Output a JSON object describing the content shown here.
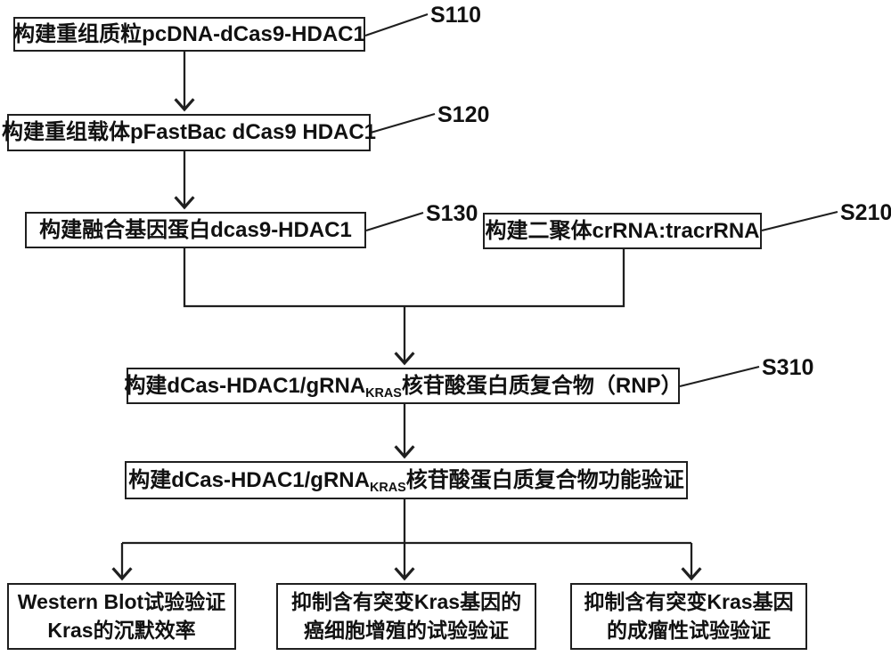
{
  "page": {
    "background": "#ffffff",
    "line_color": "#1f1f1f",
    "text_color": "#111111"
  },
  "boxes": {
    "s110": {
      "text": "构建重组质粒pcDNA-dCas9-HDAC1"
    },
    "s120": {
      "text": "构建重组载体pFastBac dCas9 HDAC1"
    },
    "s130": {
      "text": "构建融合基因蛋白dcas9-HDAC1"
    },
    "s210": {
      "text": "构建二聚体crRNA:tracrRNA"
    },
    "s310": {
      "prefix": "构建dCas-HDAC1/gRNA",
      "subscript": "KRAS",
      "suffix": "核苷酸蛋白质复合物（RNP）"
    },
    "func_validation": {
      "prefix": "构建dCas-HDAC1/gRNA",
      "subscript": "KRAS",
      "suffix": "核苷酸蛋白质复合物功能验证"
    },
    "western": {
      "line1": "Western Blot试验验证",
      "line2": "Kras的沉默效率"
    },
    "proliferation": {
      "line1": "抑制含有突变Kras基因的",
      "line2": "癌细胞增殖的试验验证"
    },
    "tumorigenicity": {
      "line1": "抑制含有突变Kras基因",
      "line2": "的成瘤性试验验证"
    }
  },
  "labels": {
    "s110": "S110",
    "s120": "S120",
    "s130": "S130",
    "s210": "S210",
    "s310": "S310"
  }
}
